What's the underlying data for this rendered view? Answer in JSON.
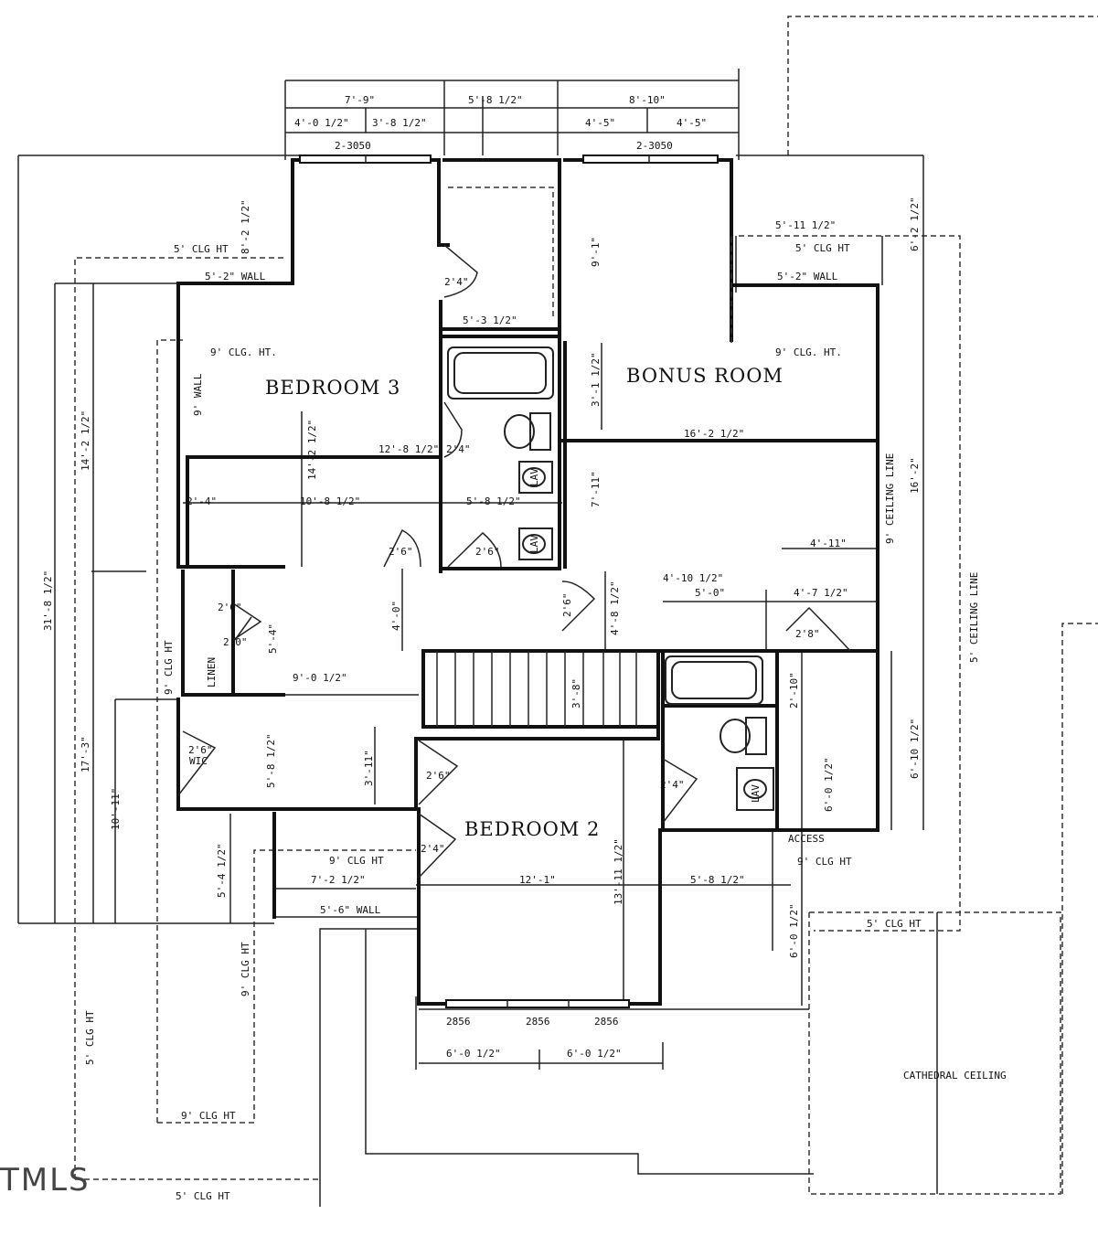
{
  "rooms": {
    "bedroom3": "BEDROOM 3",
    "bonus": "BONUS ROOM",
    "bedroom2": "BEDROOM 2"
  },
  "dims_top": {
    "d1": "7'-9\"",
    "d2": "5'-8 1/2\"",
    "d3": "8'-10\"",
    "d4": "4'-0 1/2\"",
    "d5": "3'-8 1/2\"",
    "d6": "4'-5\"",
    "d7": "4'-5\"",
    "win_left": "2-3050",
    "win_right": "2-3050"
  },
  "dims_left": {
    "overall": "31'-8 1/2\"",
    "d_14": "14'-2 1/2\"",
    "d_17": "17'-3\"",
    "d_10": "10'-11\"",
    "d_8": "8'-2 1/2\"",
    "d_5_4": "5'-4 1/2\""
  },
  "dims_right": {
    "d_6_2": "6'-2 1/2\"",
    "d_16": "16'-2\"",
    "d_6_10": "6'-10 1/2\"",
    "d_6_0": "6'-0 1/2\""
  },
  "dims_interior": {
    "b3_width": "12'-8 1/2\"",
    "b3_depth": "14'-2 1/2\"",
    "b3_lower": "10'-8 1/2\"",
    "b3_left": "2'-4\"",
    "hall_5_8": "5'-8 1/2\"",
    "bath_top": "5'-3 1/2\"",
    "bonus_width": "16'-2 1/2\"",
    "bonus_d1": "9'-1\"",
    "bonus_d2": "7'-11\"",
    "bonus_d3": "3'-1 1/2\"",
    "bonus_d4": "5'-11 1/2\"",
    "d_4_11": "4'-11\"",
    "d_4_10": "4'-10 1/2\"",
    "d_5_0": "5'-0\"",
    "d_4_7": "4'-7 1/2\"",
    "d_4_8": "4'-8 1/2\"",
    "d_4_0": "4'-0\"",
    "d_9_0": "9'-0 1/2\"",
    "d_3_8": "3'-8\"",
    "d_3_11": "3'-11\"",
    "d_5_8b": "5'-8 1/2\"",
    "d_5_4b": "5'-4\"",
    "d_2_10": "2'-10\"",
    "b2_width": "12'-1\"",
    "b2_depth": "13'-11 1/2\"",
    "d_7_2": "7'-2 1/2\"",
    "d_5_8c": "5'-8 1/2\"",
    "d_6_0b": "6'-0 1/2\"",
    "door_2_4a": "2'4\"",
    "door_2_4b": "2'4\"",
    "door_2_6a": "2'6\"",
    "door_2_6b": "2'6\"",
    "door_2_6c": "2'6\"",
    "door_2_6d": "2'6\"",
    "door_2_8": "2'8\"",
    "door_2_4c": "2'4\"",
    "door_2_4d": "2'4\"",
    "door_2_0a": "2'0\"",
    "door_2_0b": "2'0\"",
    "door_2_6w": "2'6\"",
    "d_bottom1": "6'-0 1/2\"",
    "d_bottom2": "6'-0 1/2\"",
    "win_b1": "2856",
    "win_b2": "2856",
    "win_b3": "2856"
  },
  "notes": {
    "clg_5_top_left": "5' CLG HT",
    "wall_5_2_left": "5'-2\" WALL",
    "clg_9_b3": "9' CLG. HT.",
    "wall_9": "9' WALL",
    "clg_5_top_right": "5' CLG HT",
    "wall_5_2_right": "5'-2\" WALL",
    "clg_9_bonus": "9' CLG. HT.",
    "ceiling_line_9": "9' CEILING LINE",
    "ceiling_line_5": "5' CEILING LINE",
    "clg_9_left_vert": "9' CLG HT",
    "linen": "LINEN",
    "wic": "WIC",
    "clg_9_b2": "9' CLG HT",
    "wall_5_6": "5'-6\" WALL",
    "clg_9_right": "9' CLG HT",
    "access": "ACCESS",
    "clg_5_right_low": "5' CLG HT",
    "clg_9_vert_low": "9' CLG HT",
    "clg_5_vert_far": "5' CLG HT",
    "clg_9_bottom": "9' CLG HT",
    "clg_5_bottom": "5' CLG HT",
    "cathedral": "CATHEDRAL CEILING",
    "lav1": "LAV",
    "lav2": "LAV",
    "lav3": "LAV"
  },
  "watermark": "TMLS"
}
